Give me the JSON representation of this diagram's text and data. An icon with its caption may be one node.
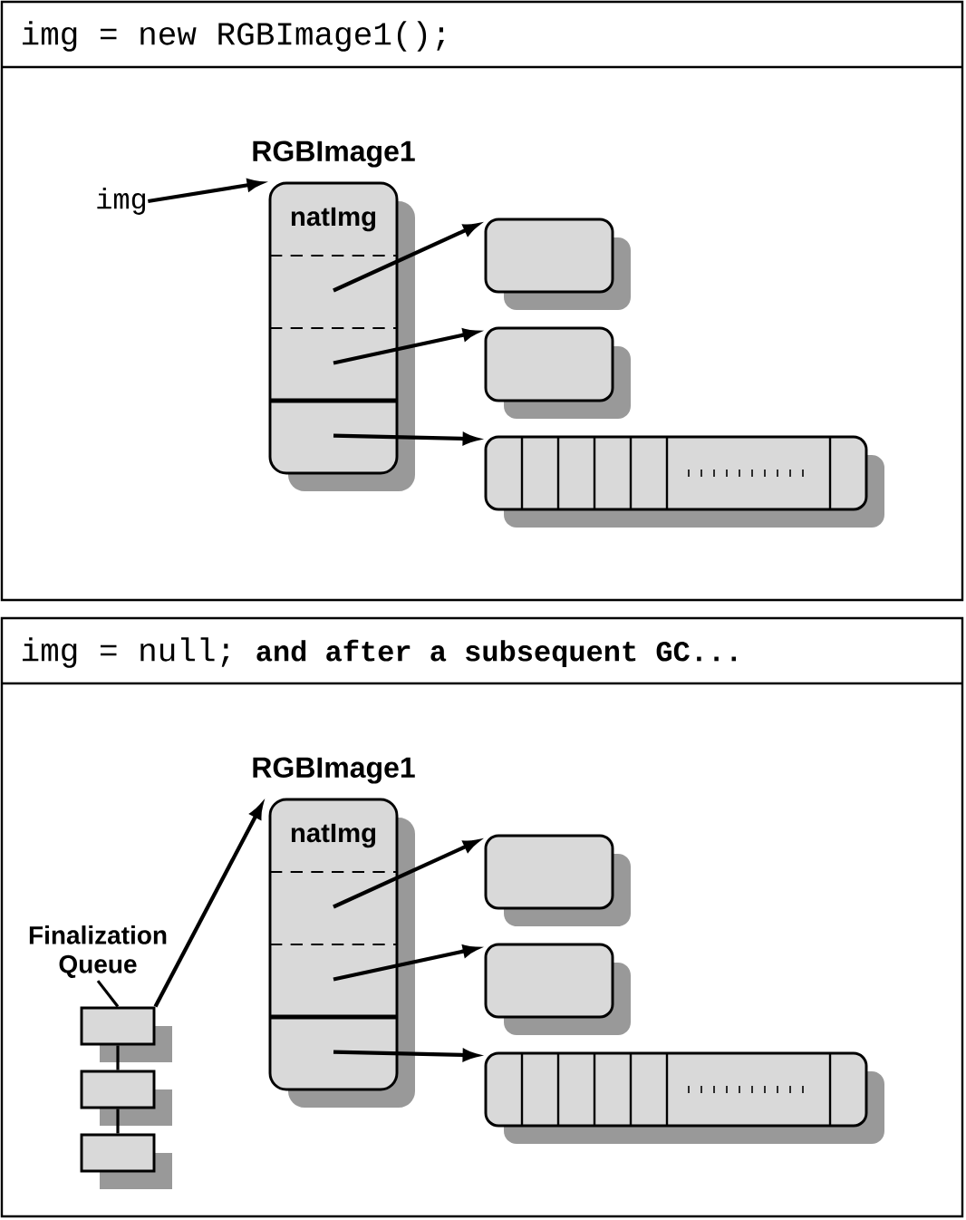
{
  "diagram": {
    "nodes": [
      {
        "text": [
          "img = new RGBImage1();"
        ]
      },
      {
        "text": [
          "img"
        ],
        "in": 0
      },
      {
        "text": [
          "RGBImage1",
          "natImg"
        ],
        "in": 0
      },
      {
        "text": [],
        "shape": "box",
        "in": 0
      },
      {
        "text": [],
        "shape": "box",
        "in": 0
      },
      {
        "text": [],
        "shape": "bar",
        "in": 0
      },
      {
        "text": [
          "img = null;",
          "and after a subsequent GC..."
        ]
      },
      {
        "text": [
          "RGBImage1",
          "natImg"
        ],
        "in": 6
      },
      {
        "text": [],
        "shape": "box",
        "in": 6
      },
      {
        "text": [],
        "shape": "box",
        "in": 6
      },
      {
        "text": [],
        "shape": "bar",
        "in": 6
      },
      {
        "text": [
          "Finalization Queue"
        ],
        "in": 6
      },
      {
        "text": [],
        "shape": "box",
        "in": 6
      },
      {
        "text": [],
        "shape": "box",
        "in": 6
      },
      {
        "text": [],
        "shape": "box",
        "in": 6
      }
    ],
    "edges": [
      {
        "from": 1,
        "to": 2,
        "arrow": "to"
      },
      {
        "from": 2,
        "to": 3,
        "arrow": "to"
      },
      {
        "from": 2,
        "to": 4,
        "arrow": "to"
      },
      {
        "from": 2,
        "to": 5,
        "arrow": "to"
      },
      {
        "from": 7,
        "to": 8,
        "arrow": "to"
      },
      {
        "from": 7,
        "to": 9,
        "arrow": "to"
      },
      {
        "from": 7,
        "to": 10,
        "arrow": "to"
      },
      {
        "from": 11,
        "to": 12,
        "arrow": "none"
      },
      {
        "from": 12,
        "to": 13,
        "arrow": "none"
      },
      {
        "from": 13,
        "to": 14,
        "arrow": "none"
      },
      {
        "from": 12,
        "to": 7,
        "arrow": "to"
      }
    ]
  }
}
